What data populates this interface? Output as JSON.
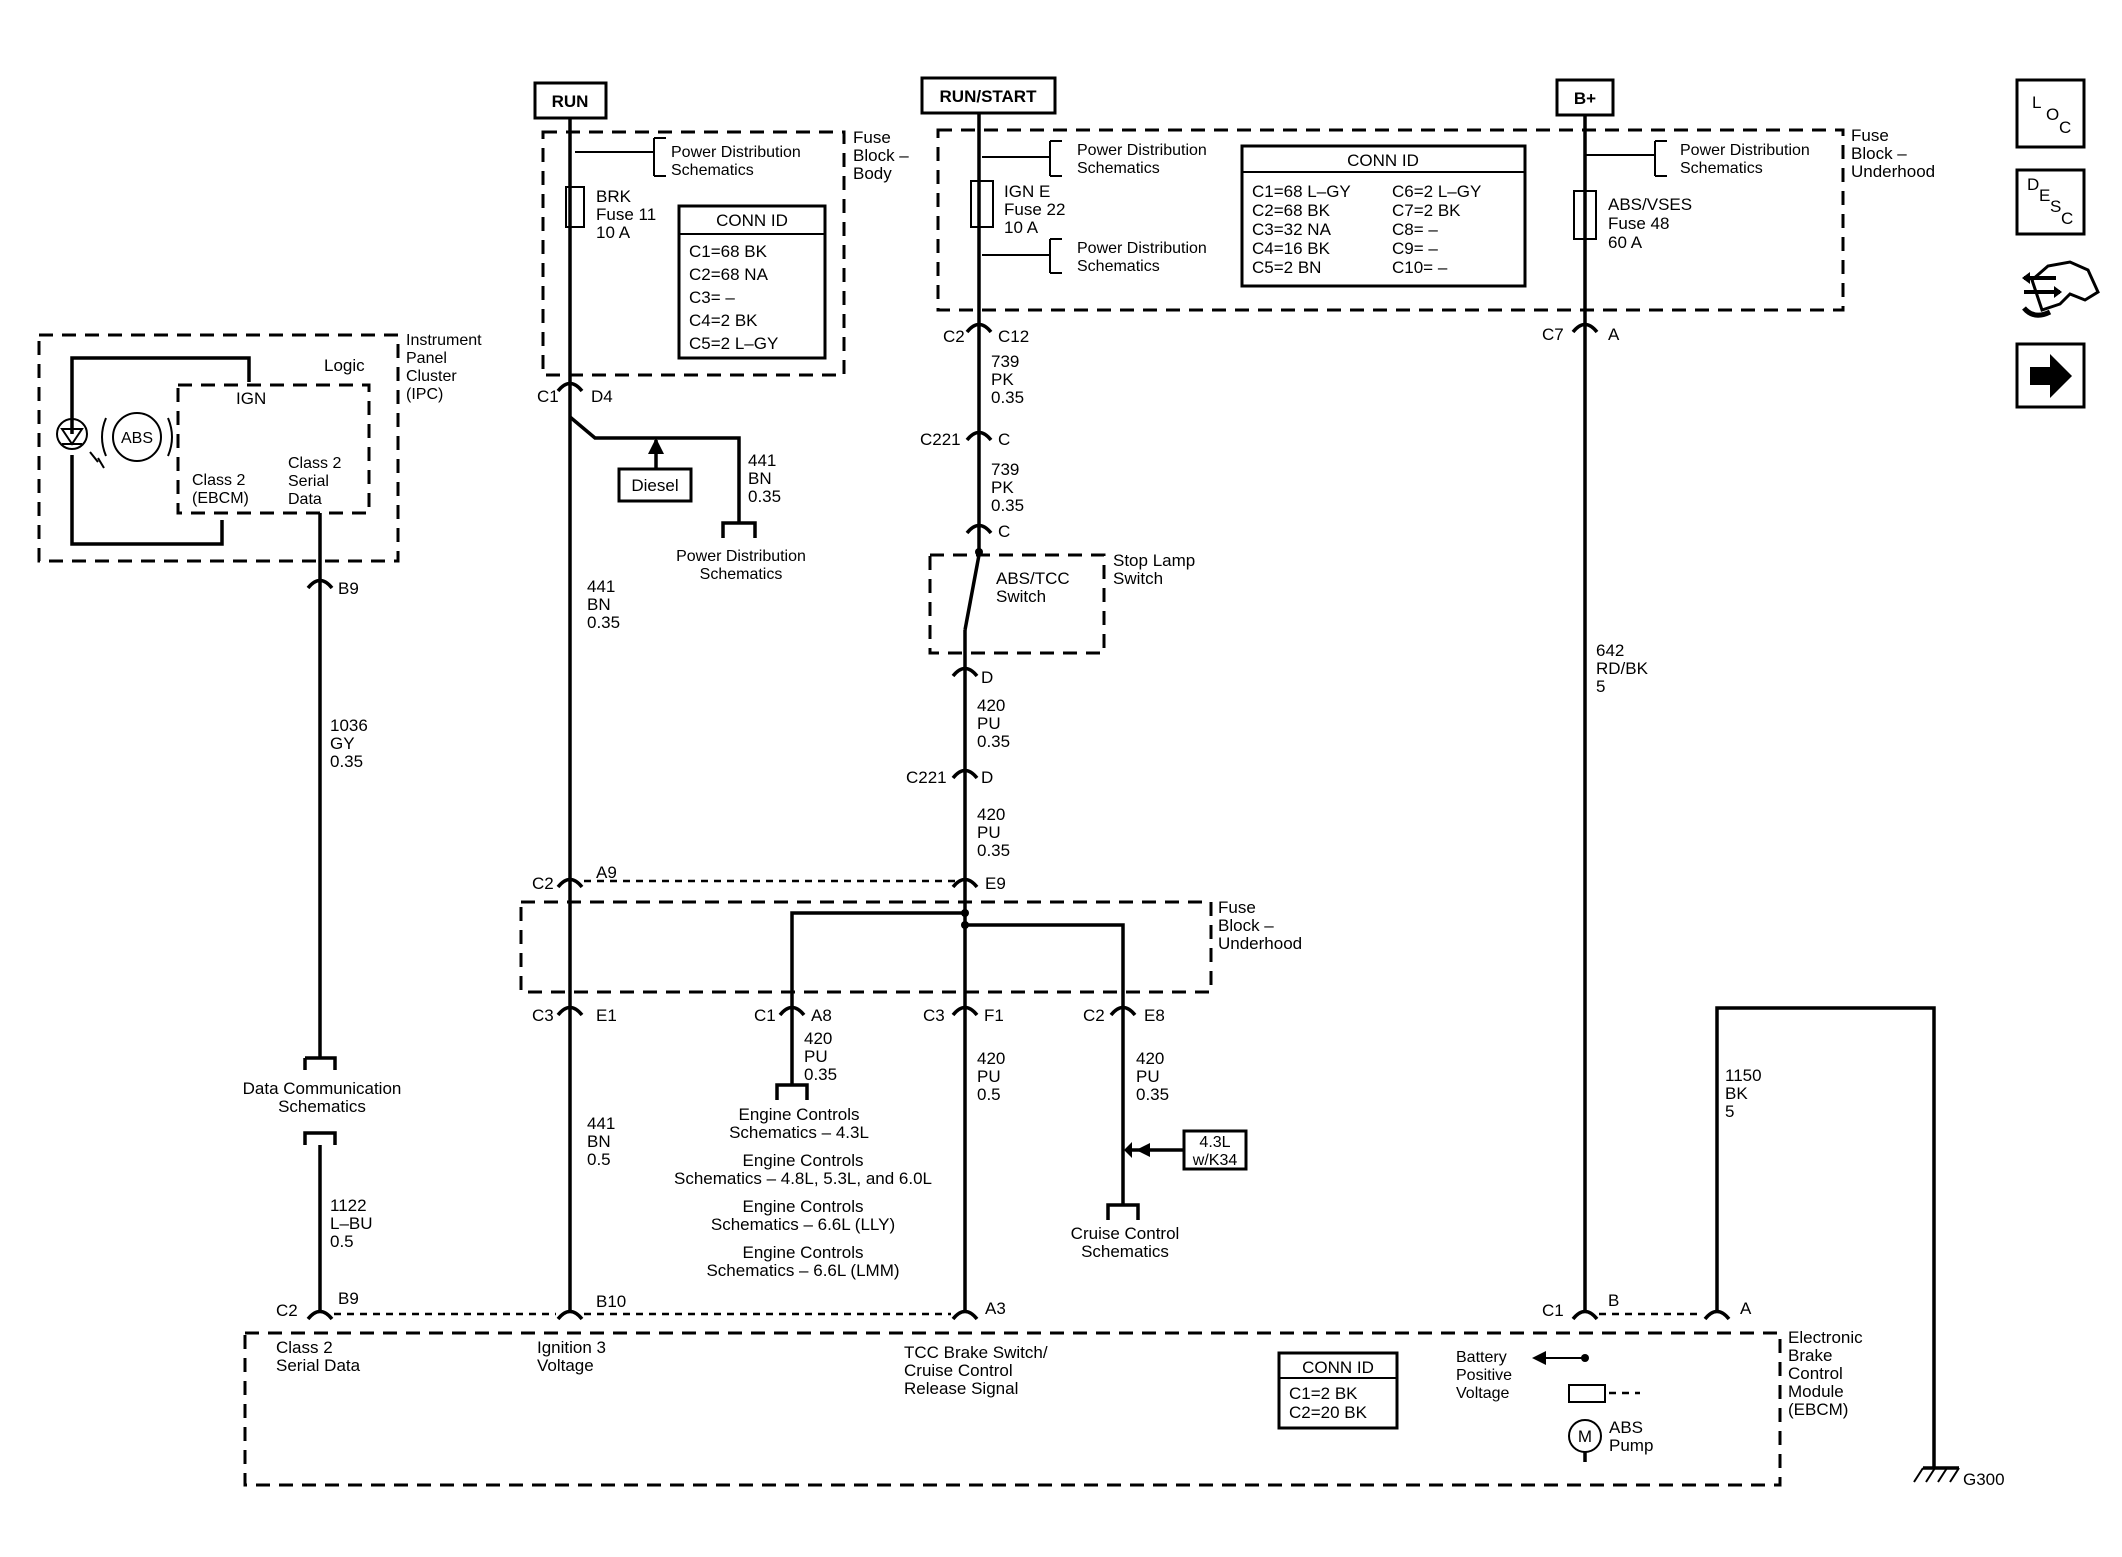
{
  "supplies": {
    "run": "RUN",
    "run_start": "RUN/START",
    "bplus": "B+"
  },
  "fuse_block_body": {
    "title": [
      "Fuse",
      "Block –",
      "Body"
    ],
    "pds": [
      "Power Distribution",
      "Schematics"
    ],
    "fuse": [
      "BRK",
      "Fuse 11",
      "10 A"
    ],
    "conn_title": "CONN ID",
    "conn": [
      "C1=68 BK",
      "C2=68 NA",
      "C3= –",
      "C4=2 BK",
      "C5=2 L–GY"
    ]
  },
  "fuse_block_under_top": {
    "title": [
      "Fuse",
      "Block –",
      "Underhood"
    ],
    "pds1": [
      "Power Distribution",
      "Schematics"
    ],
    "pds2": [
      "Power Distribution",
      "Schematics"
    ],
    "pds3": [
      "Power Distribution",
      "Schematics"
    ],
    "fuse_ign": [
      "IGN E",
      "Fuse 22",
      "10 A"
    ],
    "fuse_abs": [
      "ABS/VSES",
      "Fuse 48",
      "60 A"
    ],
    "conn_title": "CONN ID",
    "conn_left": [
      "C1=68 L–GY",
      "C2=68 BK",
      "C3=32 NA",
      "C4=16 BK",
      "C5=2 BN"
    ],
    "conn_right": [
      "C6=2 L–GY",
      "C7=2 BK",
      "C8= –",
      "C9= –",
      "C10= –"
    ]
  },
  "ipc": {
    "title": [
      "Instrument",
      "Panel",
      "Cluster",
      "(IPC)"
    ],
    "logic": "Logic",
    "ign": "IGN",
    "abs": "ABS",
    "class2_ebcm": [
      "Class 2",
      "(EBCM)"
    ],
    "class2_serial": [
      "Class 2",
      "Serial",
      "Data"
    ]
  },
  "wires": {
    "w1036": [
      "1036",
      "GY",
      "0.35"
    ],
    "w1122": [
      "1122",
      "L–BU",
      "0.5"
    ],
    "w441_top": [
      "441",
      "BN",
      "0.35"
    ],
    "w441_branch": [
      "441",
      "BN",
      "0.35"
    ],
    "w441_bottom": [
      "441",
      "BN",
      "0.5"
    ],
    "w739_a": [
      "739",
      "PK",
      "0.35"
    ],
    "w739_b": [
      "739",
      "PK",
      "0.35"
    ],
    "w420_a": [
      "420",
      "PU",
      "0.35"
    ],
    "w420_b": [
      "420",
      "PU",
      "0.35"
    ],
    "w420_c": [
      "420",
      "PU",
      "0.35"
    ],
    "w420_d": [
      "420",
      "PU",
      "0.5"
    ],
    "w420_e": [
      "420",
      "PU",
      "0.35"
    ],
    "w642": [
      "642",
      "RD/BK",
      "5"
    ],
    "w1150": [
      "1150",
      "BK",
      "5"
    ]
  },
  "connectors": {
    "b9_top": "B9",
    "c1": "C1",
    "d4": "D4",
    "c2_top": "C2",
    "c12": "C12",
    "c221_a": "C221",
    "c_a": "C",
    "c_b": "C",
    "d_a": "D",
    "c221_b": "C221",
    "d_b": "D",
    "c7": "C7",
    "a_top": "A",
    "c2_mid": "C2",
    "a9": "A9",
    "e9": "E9",
    "c3_a": "C3",
    "e1": "E1",
    "c1_mid": "C1",
    "a8": "A8",
    "c3_b": "C3",
    "f1": "F1",
    "c2_b": "C2",
    "e8": "E8",
    "c2_bot": "C2",
    "b9_bot": "B9",
    "b10": "B10",
    "a3": "A3",
    "c1_bot": "C1",
    "b_bot": "B",
    "a_bot": "A"
  },
  "diesel": "Diesel",
  "pds_branch": [
    "Power Distribution",
    "Schematics"
  ],
  "data_comm": [
    "Data Communication",
    "Schematics"
  ],
  "stop_lamp": {
    "title": [
      "Stop Lamp",
      "Switch"
    ],
    "inner": [
      "ABS/TCC",
      "Switch"
    ]
  },
  "fuse_block_under_mid": [
    "Fuse",
    "Block –",
    "Underhood"
  ],
  "engine_controls": [
    [
      "Engine Controls",
      "Schematics – 4.3L"
    ],
    [
      "Engine Controls",
      "Schematics – 4.8L, 5.3L, and 6.0L"
    ],
    [
      "Engine Controls",
      "Schematics – 6.6L (LLY)"
    ],
    [
      "Engine Controls",
      "Schematics – 6.6L (LMM)"
    ]
  ],
  "option_43": [
    "4.3L",
    "w/K34"
  ],
  "cruise": [
    "Cruise Control",
    "Schematics"
  ],
  "ebcm": {
    "title": [
      "Electronic",
      "Brake",
      "Control",
      "Module",
      "(EBCM)"
    ],
    "class2": [
      "Class 2",
      "Serial Data"
    ],
    "ign3": [
      "Ignition 3",
      "Voltage"
    ],
    "tcc": [
      "TCC Brake Switch/",
      "Cruise Control",
      "Release Signal"
    ],
    "conn_title": "CONN ID",
    "conn": [
      "C1=2 BK",
      "C2=20 BK"
    ],
    "batt": [
      "Battery",
      "Positive",
      "Voltage"
    ],
    "pump": [
      "ABS",
      "Pump"
    ],
    "motor": "M"
  },
  "ground": "G300",
  "nav": {
    "loc": [
      "L",
      "O",
      "C"
    ],
    "desc": [
      "D",
      "E",
      "S",
      "C"
    ],
    "icons": [
      "connector-icon",
      "arrow-right-icon"
    ]
  }
}
